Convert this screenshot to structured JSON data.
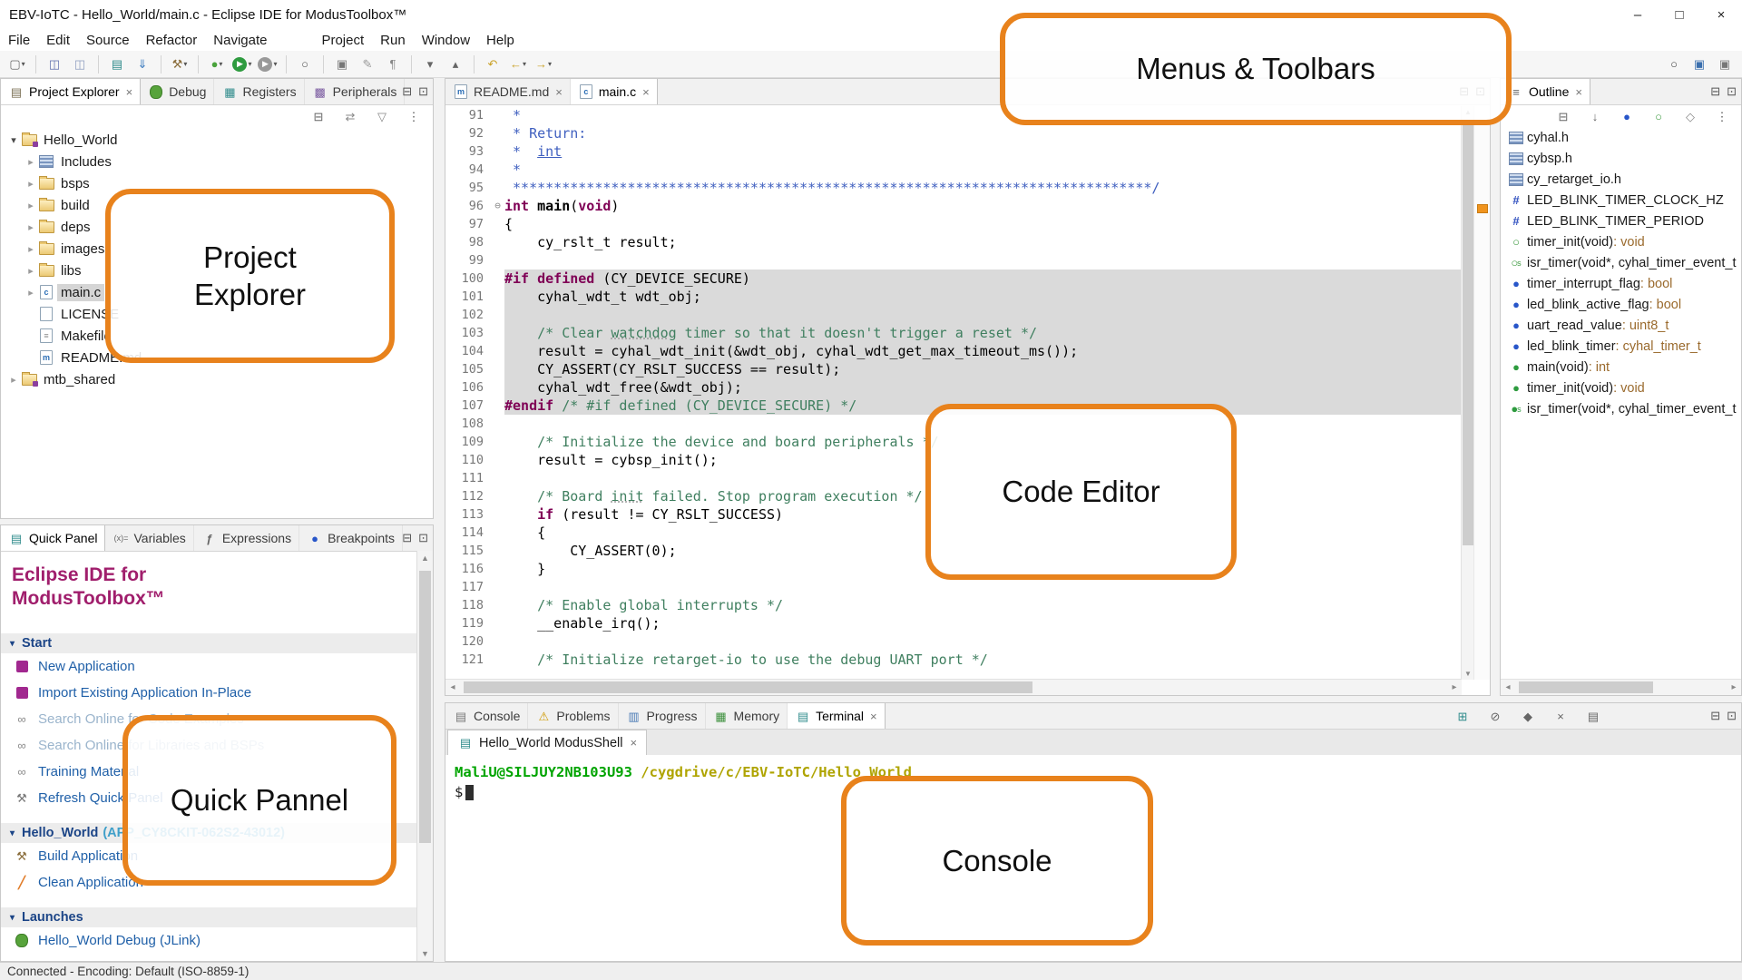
{
  "window": {
    "title": "EBV-IoTC - Hello_World/main.c - Eclipse IDE for ModusToolbox™",
    "controls": {
      "minimize": "–",
      "maximize": "□",
      "close": "×"
    },
    "panel_controls": {
      "minimize": "⊟",
      "maximize": "⊡"
    }
  },
  "menubar": {
    "items": [
      {
        "label": "File"
      },
      {
        "label": "Edit"
      },
      {
        "label": "Source"
      },
      {
        "label": "Refactor"
      },
      {
        "label": "Navigate"
      },
      {
        "label": "Project",
        "gap": true
      },
      {
        "label": "Run"
      },
      {
        "label": "Window"
      },
      {
        "label": "Help"
      }
    ]
  },
  "toolbar": {
    "left": [
      {
        "name": "new-wizard-icon",
        "g": "▢",
        "c": "#6a6a6a",
        "arrow": true
      },
      {
        "sep": true
      },
      {
        "name": "save-icon",
        "g": "◫",
        "c": "#5f6fae"
      },
      {
        "name": "save-all-icon",
        "g": "◫",
        "c": "#8f9fc0"
      },
      {
        "sep": true
      },
      {
        "name": "open-terminal-icon",
        "g": "▤",
        "c": "#2e8b8b"
      },
      {
        "name": "program-flash-icon",
        "g": "⇓",
        "c": "#3a7abf"
      },
      {
        "sep": true
      },
      {
        "name": "build-icon",
        "g": "⚒",
        "c": "#8a6d3b",
        "arrow": true
      },
      {
        "sep": true
      },
      {
        "name": "debug-icon",
        "g": "●",
        "c": "#4aa33c",
        "arrow": true
      },
      {
        "name": "run-icon",
        "g": "▶",
        "c": "#ffffff",
        "bg": "#2e9b3f",
        "arrow": true
      },
      {
        "name": "external-tools-icon",
        "g": "▶",
        "c": "#ffffff",
        "bg": "#999999",
        "arrow": true
      },
      {
        "sep": true
      },
      {
        "name": "search-icon",
        "g": "○",
        "c": "#555555"
      },
      {
        "sep": true
      },
      {
        "name": "open-element-icon",
        "g": "▣",
        "c": "#777777"
      },
      {
        "name": "mark-occurrences-icon",
        "g": "✎",
        "c": "#999999"
      },
      {
        "name": "show-whitespace-icon",
        "g": "¶",
        "c": "#888888"
      },
      {
        "sep": true
      },
      {
        "name": "next-annotation-icon",
        "g": "▾",
        "c": "#666666"
      },
      {
        "name": "prev-annotation-icon",
        "g": "▴",
        "c": "#666666"
      },
      {
        "sep": true
      },
      {
        "name": "last-edit-location-icon",
        "g": "↶",
        "c": "#caa227"
      },
      {
        "name": "back-icon",
        "g": "←",
        "c": "#caa227",
        "arrow": true
      },
      {
        "name": "forward-icon",
        "g": "→",
        "c": "#caa227",
        "arrow": true
      }
    ],
    "right": [
      {
        "name": "quick-search-icon",
        "g": "○",
        "c": "#444444"
      },
      {
        "name": "perspective-debug-icon",
        "g": "▣",
        "c": "#3a6fae"
      },
      {
        "name": "perspective-cpp-icon",
        "g": "▣",
        "c": "#777777"
      }
    ]
  },
  "icon_defs": {
    "folder": {
      "css": "ic-folder"
    },
    "project": {
      "css": "ic-folder ic-project"
    },
    "includes": {
      "css": "ic-includes"
    },
    "file": {
      "css": "ic-file"
    },
    "file-c": {
      "css": "ic-file",
      "text": "c",
      "tc": "#2a6db5"
    },
    "file-mk": {
      "css": "ic-file",
      "text": "≡",
      "tc": "#888888"
    },
    "file-md": {
      "css": "ic-file",
      "text": "m",
      "tc": "#2a6db5"
    },
    "include": {
      "css": "ic-includes"
    },
    "define": {
      "g": "#",
      "c": "#2f4fbf",
      "b": 1
    },
    "func-decl": {
      "g": "○",
      "c": "#3f9b42",
      "b": 1
    },
    "func-decl-s": {
      "g": "○",
      "c": "#3f9b42",
      "b": 1,
      "sup": "s"
    },
    "var": {
      "g": "●",
      "c": "#2856c9"
    },
    "func": {
      "g": "●",
      "c": "#2e9b3f"
    },
    "func-s": {
      "g": "●",
      "c": "#2e9b3f",
      "sup": "s"
    },
    "mtb": {
      "css": "ic-mtb"
    },
    "web": {
      "g": "∞",
      "c": "#8a8a8a"
    },
    "wrench": {
      "g": "⚒",
      "c": "#777777"
    },
    "hammer": {
      "g": "⚒",
      "c": "#8a6d3b"
    },
    "clean": {
      "g": "╱",
      "c": "#e07b28",
      "b": 1
    },
    "bug": {
      "css": "ic-bug"
    },
    "console": {
      "g": "▤",
      "c": "#777777"
    },
    "problems": {
      "g": "⚠",
      "c": "#d09a00"
    },
    "progress": {
      "g": "▥",
      "c": "#4a7ab5"
    },
    "memory": {
      "g": "▦",
      "c": "#3a8f3a"
    },
    "terminal": {
      "g": "▤",
      "c": "#2e8b8b"
    },
    "explorer": {
      "g": "▤",
      "c": "#7a6f54"
    },
    "registers": {
      "g": "▦",
      "c": "#2e8b8b"
    },
    "peripherals": {
      "g": "▩",
      "c": "#7a5aa0"
    },
    "quickpanel": {
      "g": "▤",
      "c": "#2e8b8b"
    },
    "variables": {
      "g": "(x)=",
      "c": "#666666",
      "small": 1
    },
    "expressions": {
      "g": "ƒ",
      "c": "#666666",
      "b": 1
    },
    "breakpoints": {
      "g": "●",
      "c": "#2856c9"
    },
    "outline": {
      "g": "≡",
      "c": "#666666"
    }
  },
  "explorer": {
    "tabs": [
      {
        "icon": "explorer",
        "label": "Project Explorer",
        "active": true,
        "close": true
      },
      {
        "icon": "bug",
        "label": "Debug"
      },
      {
        "icon": "registers",
        "label": "Registers"
      },
      {
        "icon": "peripherals",
        "label": "Peripherals"
      }
    ],
    "view_toolbar": [
      {
        "name": "collapse-all-icon",
        "g": "⊟",
        "c": "#666666"
      },
      {
        "name": "link-editor-icon",
        "g": "⇄",
        "c": "#888888"
      },
      {
        "name": "filter-icon",
        "g": "▽",
        "c": "#888888"
      },
      {
        "name": "view-menu-icon",
        "g": "⋮",
        "c": "#555555"
      }
    ],
    "tree": [
      {
        "ind": 0,
        "exp": "open",
        "icon": "project",
        "label": "Hello_World"
      },
      {
        "ind": 1,
        "exp": "closed",
        "icon": "includes",
        "label": "Includes"
      },
      {
        "ind": 1,
        "exp": "closed",
        "icon": "folder",
        "label": "bsps"
      },
      {
        "ind": 1,
        "exp": "closed",
        "icon": "folder",
        "label": "build"
      },
      {
        "ind": 1,
        "exp": "closed",
        "icon": "folder",
        "label": "deps"
      },
      {
        "ind": 1,
        "exp": "closed",
        "icon": "folder",
        "label": "images"
      },
      {
        "ind": 1,
        "exp": "closed",
        "icon": "folder",
        "label": "libs"
      },
      {
        "ind": 1,
        "exp": "closed",
        "icon": "file-c",
        "label": "main.c",
        "selected": true
      },
      {
        "ind": 1,
        "exp": "none",
        "icon": "file",
        "label": "LICENSE"
      },
      {
        "ind": 1,
        "exp": "none",
        "icon": "file-mk",
        "label": "Makefile"
      },
      {
        "ind": 1,
        "exp": "none",
        "icon": "file-md",
        "label": "README.md"
      },
      {
        "ind": 0,
        "exp": "closed",
        "icon": "project",
        "label": "mtb_shared"
      }
    ]
  },
  "quick_panel": {
    "tabs": [
      {
        "icon": "quickpanel",
        "label": "Quick Panel",
        "active": true
      },
      {
        "icon": "variables",
        "label": "Variables"
      },
      {
        "icon": "expressions",
        "label": "Expressions"
      },
      {
        "icon": "breakpoints",
        "label": "Breakpoints"
      }
    ],
    "title": "Eclipse IDE for\nModusToolbox™",
    "sections": [
      {
        "header": "Start",
        "items": [
          {
            "icon": "mtb",
            "label": "New Application"
          },
          {
            "icon": "mtb",
            "label": "Import Existing Application In-Place"
          },
          {
            "icon": "web",
            "label": "Search Online for Code Examples",
            "faded": true
          },
          {
            "icon": "web",
            "label": "Search Online for Libraries and BSPs",
            "faded": true
          },
          {
            "icon": "web",
            "label": "Training Material"
          },
          {
            "icon": "wrench",
            "label": "Refresh Quick Panel"
          }
        ]
      },
      {
        "header": "Hello_World",
        "suffix": " (APP_CY8CKIT-062S2-43012)",
        "items": [
          {
            "icon": "hammer",
            "label": "Build Application"
          },
          {
            "icon": "clean",
            "label": "Clean Application"
          }
        ]
      },
      {
        "header": "Launches",
        "items": [
          {
            "icon": "bug",
            "label": "Hello_World Debug (JLink)"
          }
        ]
      }
    ]
  },
  "editor": {
    "tabs": [
      {
        "icon": "file-md",
        "label": "README.md",
        "close": true
      },
      {
        "icon": "file-c",
        "label": "main.c",
        "active": true,
        "close": true
      }
    ],
    "lines": [
      {
        "n": 91,
        "seg": [
          [
            "doc",
            " *"
          ]
        ]
      },
      {
        "n": 92,
        "seg": [
          [
            "doc",
            " * Return:"
          ]
        ]
      },
      {
        "n": 93,
        "seg": [
          [
            "doc",
            " *  "
          ],
          [
            "doc-u",
            "int"
          ]
        ]
      },
      {
        "n": 94,
        "seg": [
          [
            "doc",
            " *"
          ]
        ]
      },
      {
        "n": 95,
        "seg": [
          [
            "doc",
            " ******************************************************************************/"
          ]
        ]
      },
      {
        "n": 96,
        "fold": true,
        "seg": [
          [
            "kw",
            "int"
          ],
          [
            "b",
            " main"
          ],
          [
            "",
            "("
          ],
          [
            "kw",
            "void"
          ],
          [
            "",
            ")"
          ]
        ]
      },
      {
        "n": 97,
        "seg": [
          [
            "",
            "{"
          ]
        ]
      },
      {
        "n": 98,
        "seg": [
          [
            "",
            "    cy_rslt_t result;"
          ]
        ]
      },
      {
        "n": 99,
        "seg": []
      },
      {
        "n": 100,
        "hl": true,
        "seg": [
          [
            "kw",
            "#if defined"
          ],
          [
            "",
            " (CY_DEVICE_SECURE)"
          ]
        ]
      },
      {
        "n": 101,
        "hl": true,
        "seg": [
          [
            "",
            "    cyhal_wdt_t wdt_obj;"
          ]
        ]
      },
      {
        "n": 102,
        "hl": true,
        "seg": []
      },
      {
        "n": 103,
        "hl": true,
        "seg": [
          [
            "cmt",
            "    /* Clear "
          ],
          [
            "cmt-sp",
            "watchdog"
          ],
          [
            "cmt",
            " timer so that it doesn't trigger a reset */"
          ]
        ]
      },
      {
        "n": 104,
        "hl": true,
        "seg": [
          [
            "",
            "    result = cyhal_wdt_init(&wdt_obj, cyhal_wdt_get_max_timeout_ms());"
          ]
        ]
      },
      {
        "n": 105,
        "hl": true,
        "seg": [
          [
            "",
            "    CY_ASSERT(CY_RSLT_SUCCESS == result);"
          ]
        ]
      },
      {
        "n": 106,
        "hl": true,
        "seg": [
          [
            "",
            "    cyhal_wdt_free(&wdt_obj);"
          ]
        ]
      },
      {
        "n": 107,
        "hl": true,
        "seg": [
          [
            "kw",
            "#endif"
          ],
          [
            "cmt",
            " /* #if defined (CY_DEVICE_SECURE) */"
          ]
        ]
      },
      {
        "n": 108,
        "seg": []
      },
      {
        "n": 109,
        "seg": [
          [
            "cmt",
            "    /* Initialize the device and board peripherals */"
          ]
        ]
      },
      {
        "n": 110,
        "seg": [
          [
            "",
            "    result = cybsp_init();"
          ]
        ]
      },
      {
        "n": 111,
        "seg": []
      },
      {
        "n": 112,
        "seg": [
          [
            "cmt",
            "    /* Board "
          ],
          [
            "cmt-sp",
            "init"
          ],
          [
            "cmt",
            " failed. Stop program execution */"
          ]
        ]
      },
      {
        "n": 113,
        "seg": [
          [
            "",
            "    "
          ],
          [
            "kw",
            "if"
          ],
          [
            "",
            " (result != CY_RSLT_SUCCESS)"
          ]
        ]
      },
      {
        "n": 114,
        "seg": [
          [
            "",
            "    {"
          ]
        ]
      },
      {
        "n": 115,
        "seg": [
          [
            "",
            "        CY_ASSERT(0);"
          ]
        ]
      },
      {
        "n": 116,
        "seg": [
          [
            "",
            "    }"
          ]
        ]
      },
      {
        "n": 117,
        "seg": []
      },
      {
        "n": 118,
        "seg": [
          [
            "cmt",
            "    /* Enable global interrupts */"
          ]
        ]
      },
      {
        "n": 119,
        "seg": [
          [
            "",
            "    __enable_irq();"
          ]
        ]
      },
      {
        "n": 120,
        "seg": []
      },
      {
        "n": 121,
        "seg": [
          [
            "cmt",
            "    /* Initialize retarget-io to use the debug UART port */"
          ]
        ]
      }
    ]
  },
  "outline": {
    "label": "Outline",
    "view_toolbar": [
      {
        "name": "collapse-all-icon",
        "g": "⊟",
        "c": "#666666"
      },
      {
        "name": "sort-icon",
        "g": "↓",
        "c": "#666666"
      },
      {
        "name": "hide-fields-icon",
        "g": "●",
        "c": "#2856c9"
      },
      {
        "name": "hide-static-icon",
        "g": "○",
        "c": "#3f9b42"
      },
      {
        "name": "hide-non-public-icon",
        "g": "◇",
        "c": "#888888"
      },
      {
        "name": "view-menu-icon",
        "g": "⋮",
        "c": "#555555"
      }
    ],
    "items": [
      {
        "icon": "include",
        "label": "cyhal.h"
      },
      {
        "icon": "include",
        "label": "cybsp.h"
      },
      {
        "icon": "include",
        "label": "cy_retarget_io.h"
      },
      {
        "icon": "define",
        "label": "LED_BLINK_TIMER_CLOCK_HZ"
      },
      {
        "icon": "define",
        "label": "LED_BLINK_TIMER_PERIOD"
      },
      {
        "icon": "func-decl",
        "label": "timer_init(void)",
        "type": "void"
      },
      {
        "icon": "func-decl-s",
        "label": "isr_timer(void*, cyhal_timer_event_t"
      },
      {
        "icon": "var",
        "label": "timer_interrupt_flag",
        "type": "bool"
      },
      {
        "icon": "var",
        "label": "led_blink_active_flag",
        "type": "bool"
      },
      {
        "icon": "var",
        "label": "uart_read_value",
        "type": "uint8_t"
      },
      {
        "icon": "var",
        "label": "led_blink_timer",
        "type": "cyhal_timer_t"
      },
      {
        "icon": "func",
        "label": "main(void)",
        "type": "int"
      },
      {
        "icon": "func",
        "label": "timer_init(void)",
        "type": "void"
      },
      {
        "icon": "func-s",
        "label": "isr_timer(void*, cyhal_timer_event_t"
      }
    ]
  },
  "console": {
    "tabs": [
      {
        "icon": "console",
        "label": "Console"
      },
      {
        "icon": "problems",
        "label": "Problems"
      },
      {
        "icon": "progress",
        "label": "Progress"
      },
      {
        "icon": "memory",
        "label": "Memory"
      },
      {
        "icon": "terminal",
        "label": "Terminal",
        "active": true,
        "close": true
      }
    ],
    "toolbar": [
      {
        "name": "new-terminal-icon",
        "g": "⊞",
        "c": "#2e8b8b"
      },
      {
        "name": "scroll-lock-icon",
        "g": "⊘",
        "c": "#666666"
      },
      {
        "name": "pin-terminal-icon",
        "g": "◆",
        "c": "#666666"
      },
      {
        "name": "clear-terminal-icon",
        "g": "×",
        "c": "#666666"
      },
      {
        "name": "toggle-command-field-icon",
        "g": "▤",
        "c": "#666666"
      }
    ],
    "subtab": {
      "icon": "terminal",
      "label": "Hello_World ModusShell",
      "close": true
    },
    "terminal": {
      "user": "MaliU@SILJUY2NB103U93",
      "path": " /cygdrive/c/EBV-IoTC/Hello_World",
      "prompt": "$"
    }
  },
  "status_bar": {
    "text": "Connected - Encoding: Default (ISO-8859-1)"
  },
  "annotations": [
    {
      "id": "menus",
      "label": "Menus & Toolbars"
    },
    {
      "id": "project-explorer",
      "label": "Project\nExplorer"
    },
    {
      "id": "code-editor",
      "label": "Code Editor"
    },
    {
      "id": "quick-pannel",
      "label": "Quick Pannel"
    },
    {
      "id": "console",
      "label": "Console"
    }
  ],
  "colors": {
    "annotation_border": "#E8821C",
    "brand_purple": "#A01E6C",
    "link_blue": "#2060A8",
    "section_navy": "#1C4587",
    "section_teal": "#3F9FC9",
    "terminal_green": "#00A400",
    "terminal_yellow": "#AFA400",
    "code_highlight": "#DADADA"
  }
}
